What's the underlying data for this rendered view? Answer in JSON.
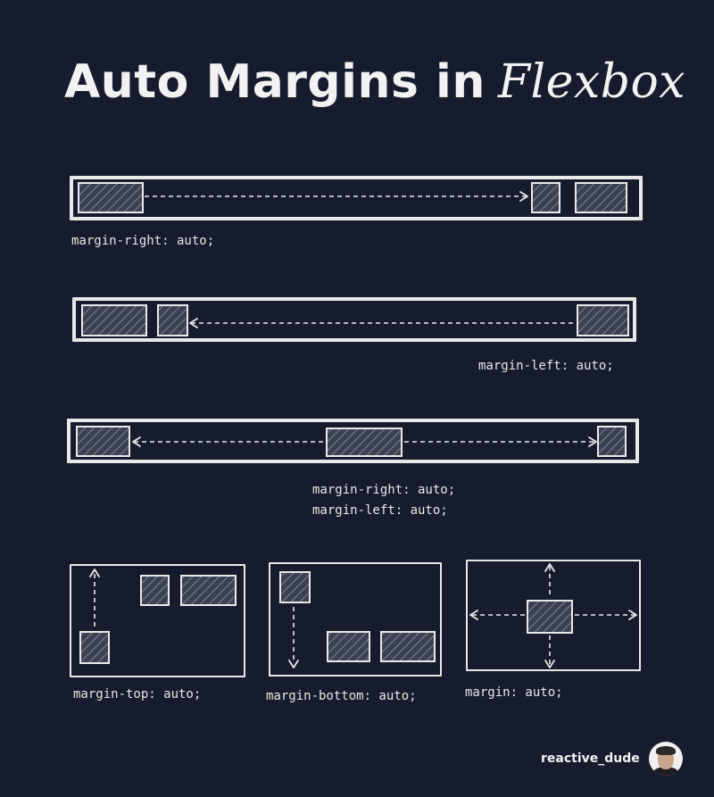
{
  "title": {
    "main": "Auto Margins in",
    "accent": "Flexbox"
  },
  "labels": {
    "margin_right": "margin-right: auto;",
    "margin_left": "margin-left: auto;",
    "both_right": "margin-right: auto;",
    "both_left": "margin-left: auto;",
    "margin_top": "margin-top: auto;",
    "margin_bottom": "margin-bottom: auto;",
    "margin": "margin: auto;"
  },
  "author": {
    "handle": "reactive_dude"
  }
}
